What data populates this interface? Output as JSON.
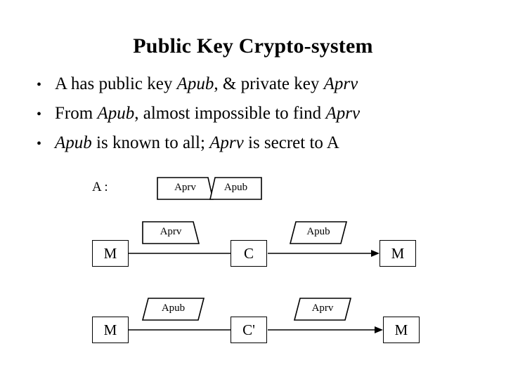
{
  "slide": {
    "title": "Public Key Crypto-system",
    "bullets": [
      {
        "marker": "•",
        "parts": [
          {
            "text": "A has public key ",
            "italic": false
          },
          {
            "text": "Apub",
            "italic": true
          },
          {
            "text": ", & private key ",
            "italic": false
          },
          {
            "text": "Aprv",
            "italic": true
          }
        ]
      },
      {
        "marker": "•",
        "parts": [
          {
            "text": "From ",
            "italic": false
          },
          {
            "text": "Apub",
            "italic": true
          },
          {
            "text": ", almost impossible to find ",
            "italic": false
          },
          {
            "text": "Aprv",
            "italic": true
          }
        ]
      },
      {
        "marker": "•",
        "parts": [
          {
            "text": "Apub",
            "italic": true
          },
          {
            "text": " is known to all; ",
            "italic": false
          },
          {
            "text": "Aprv",
            "italic": true
          },
          {
            "text": " is secret to A",
            "italic": false
          }
        ]
      }
    ]
  },
  "diagram": {
    "actor_label": "A :",
    "key_tags": [
      {
        "name": "key-tag-aprv-actor",
        "label": "Aprv"
      },
      {
        "name": "key-tag-apub-actor",
        "label": "Apub"
      }
    ],
    "rows": [
      {
        "name": "encrypt-row",
        "source_box": "M",
        "middle_box": "C",
        "target_box": "M",
        "first_key": "Aprv",
        "second_key": "Apub"
      },
      {
        "name": "signature-row",
        "source_box": "M",
        "middle_box": "C'",
        "target_box": "M",
        "first_key": "Apub",
        "second_key": "Aprv"
      }
    ]
  },
  "colors": {
    "background": "#ffffff",
    "foreground": "#000000"
  }
}
